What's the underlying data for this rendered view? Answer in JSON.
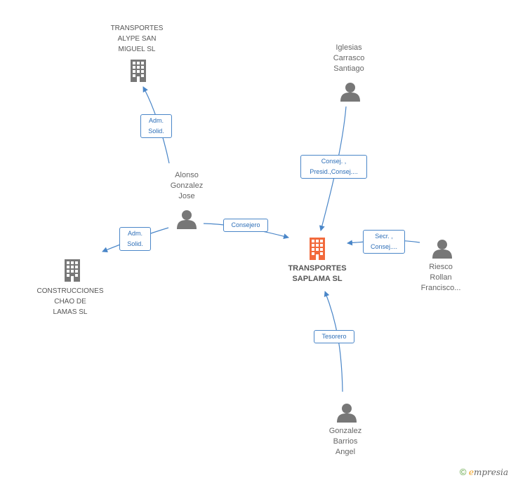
{
  "nodes": {
    "transportes_alype": {
      "label": "TRANSPORTES\nALYPE SAN\nMIGUEL SL",
      "type": "company"
    },
    "construcciones_chao": {
      "label": "CONSTRUCCIONES\nCHAO DE\nLAMAS  SL",
      "type": "company"
    },
    "transportes_saplama": {
      "label": "TRANSPORTES\nSAPLAMA SL",
      "type": "company-focus",
      "color": "#f26a3c"
    },
    "iglesias": {
      "label": "Iglesias\nCarrasco\nSantiago",
      "type": "person"
    },
    "alonso": {
      "label": "Alonso\nGonzalez\nJose",
      "type": "person"
    },
    "riesco": {
      "label": "Riesco\nRollan\nFrancisco...",
      "type": "person"
    },
    "gonzalez_barrios": {
      "label": "Gonzalez\nBarrios\nAngel",
      "type": "person"
    }
  },
  "edges": {
    "alonso_alype": "Adm.\nSolid.",
    "alonso_chao": "Adm.\nSolid.",
    "alonso_saplama": "Consejero",
    "iglesias_saplama": "Consej. ,\nPresid.,Consej....",
    "riesco_saplama": "Secr. ,\nConsej....",
    "gonzalez_saplama": "Tesorero"
  },
  "colors": {
    "edge": "#4a86c8",
    "icon_gray": "#777777",
    "focus": "#f26a3c"
  },
  "footer": {
    "copyright": "©",
    "brand_initial": "e",
    "brand_rest": "mpresia"
  }
}
